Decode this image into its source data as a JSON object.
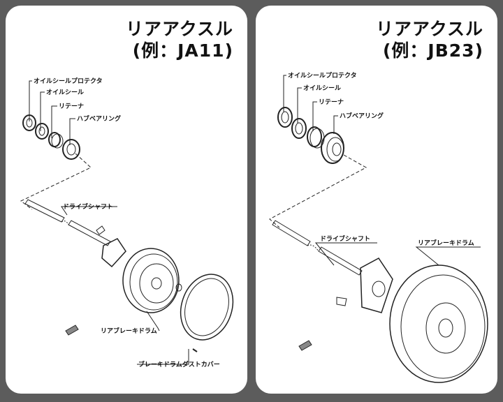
{
  "panels": [
    {
      "title": "リアアクスル",
      "model": "(例：JA11)",
      "labels": {
        "oil_seal_protector": "オイルシールプロテクタ",
        "oil_seal": "オイルシール",
        "retainer": "リテーナ",
        "hub_bearing": "ハブベアリング",
        "drive_shaft": "ドライブシャフト",
        "rear_brake_drum": "リアブレーキドラム",
        "drum_dust_cover": "ブレーキドラムダストカバー"
      }
    },
    {
      "title": "リアアクスル",
      "model": "(例：JB23)",
      "labels": {
        "oil_seal_protector": "オイルシールプロテクタ",
        "oil_seal": "オイルシール",
        "retainer": "リテーナ",
        "hub_bearing": "ハブベアリング",
        "drive_shaft": "ドライブシャフト",
        "rear_brake_drum": "リアブレーキドラム"
      }
    }
  ]
}
